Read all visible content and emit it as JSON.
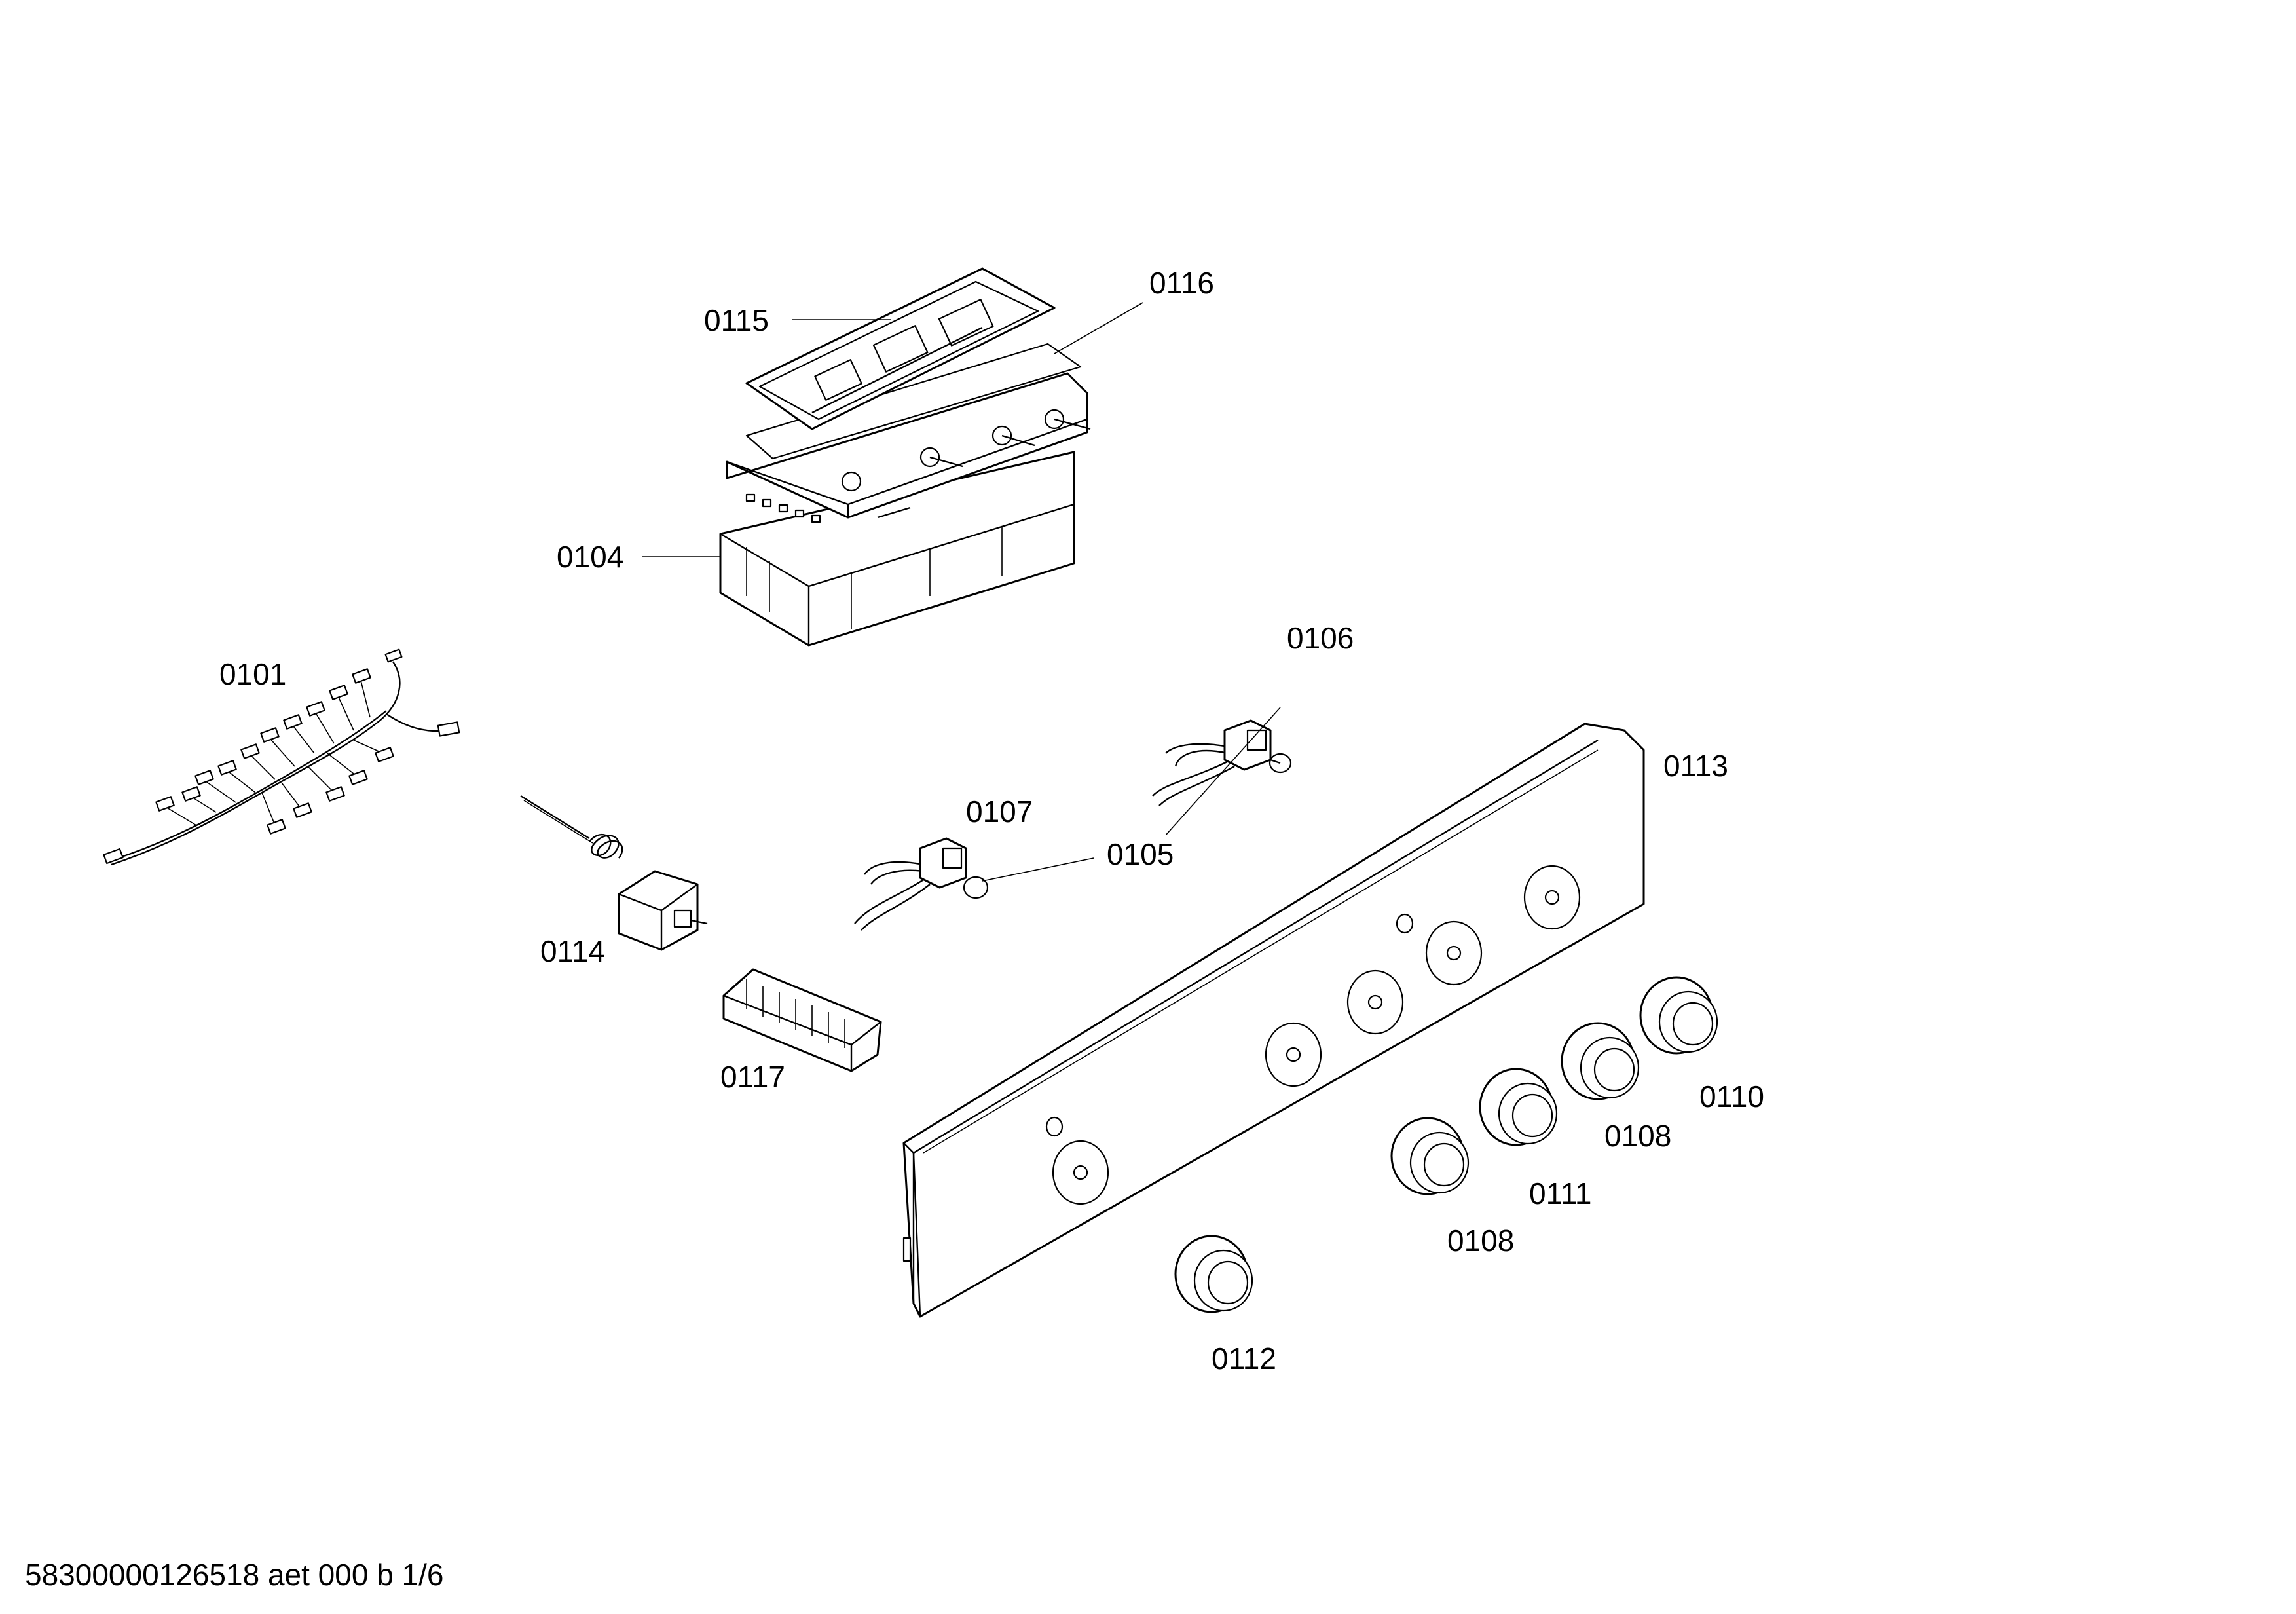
{
  "labels": {
    "l0115": "0115",
    "l0116": "0116",
    "l0104": "0104",
    "l0101": "0101",
    "l0106": "0106",
    "l0113": "0113",
    "l0107": "0107",
    "l0105": "0105",
    "l0114": "0114",
    "l0117": "0117",
    "l0110": "0110",
    "l0108a": "0108",
    "l0111": "0111",
    "l0108b": "0108",
    "l0112": "0112"
  },
  "footer": "58300000126518 aet 000 b 1/6"
}
